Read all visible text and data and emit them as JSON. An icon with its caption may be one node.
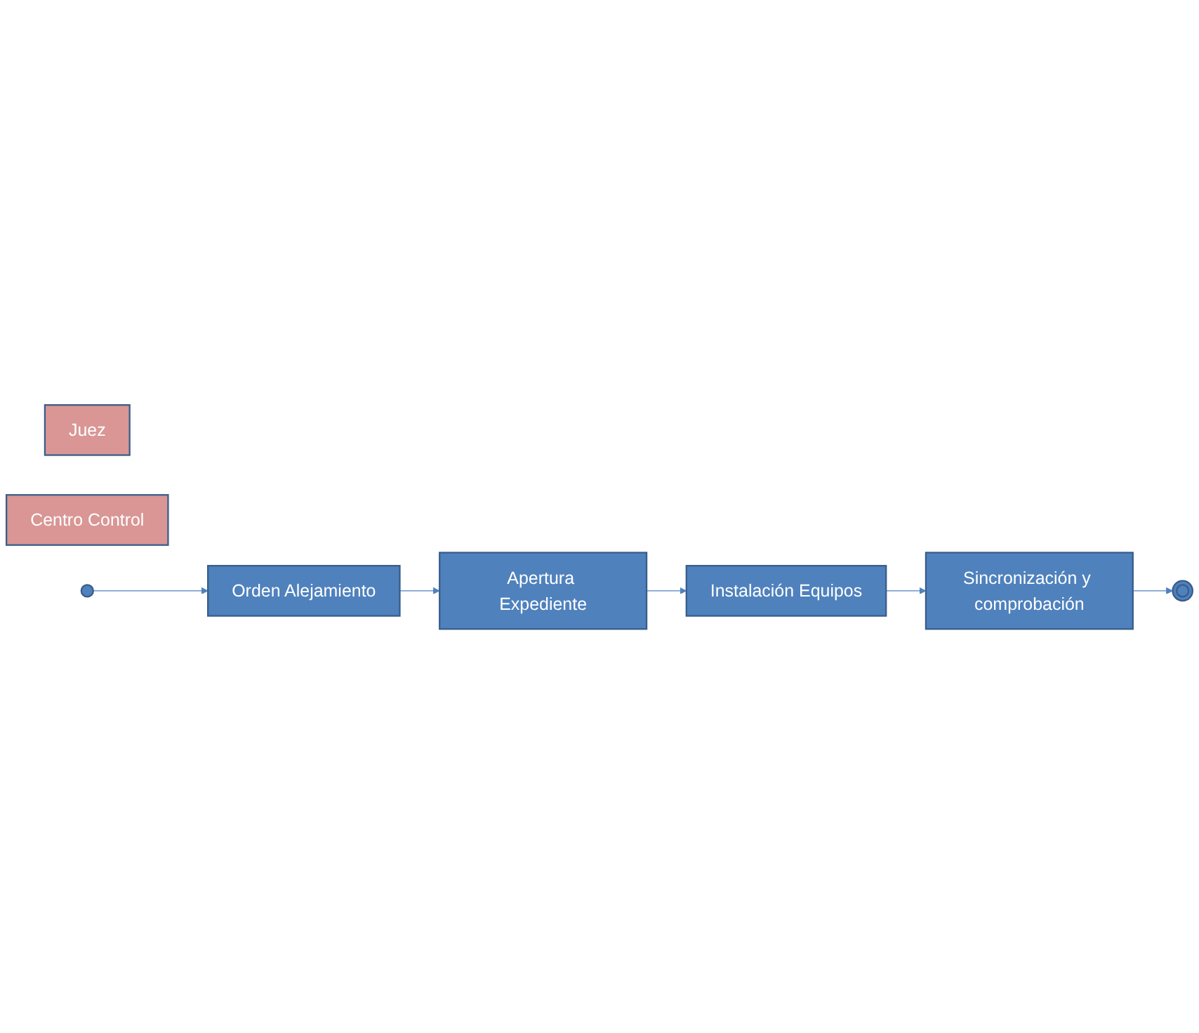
{
  "diagram": {
    "nodes": [
      {
        "text": [
          "Juez"
        ]
      },
      {
        "text": [
          "Centro Control"
        ]
      },
      {
        "text": [],
        "shape": "circle"
      },
      {
        "text": [
          "Orden Alejamiento"
        ]
      },
      {
        "text": [
          "Apertura Expediente"
        ]
      },
      {
        "text": [
          "Instalación Equipos"
        ]
      },
      {
        "text": [
          "Sincronización y comprobación"
        ]
      },
      {
        "text": [],
        "shape": "bullseye"
      }
    ],
    "edges": [
      {
        "from": 2,
        "to": 3,
        "arrow": "to"
      },
      {
        "from": 3,
        "to": 4,
        "arrow": "to"
      },
      {
        "from": 4,
        "to": 5,
        "arrow": "to"
      },
      {
        "from": 5,
        "to": 6,
        "arrow": "to"
      },
      {
        "from": 6,
        "to": 7,
        "arrow": "to"
      }
    ]
  }
}
